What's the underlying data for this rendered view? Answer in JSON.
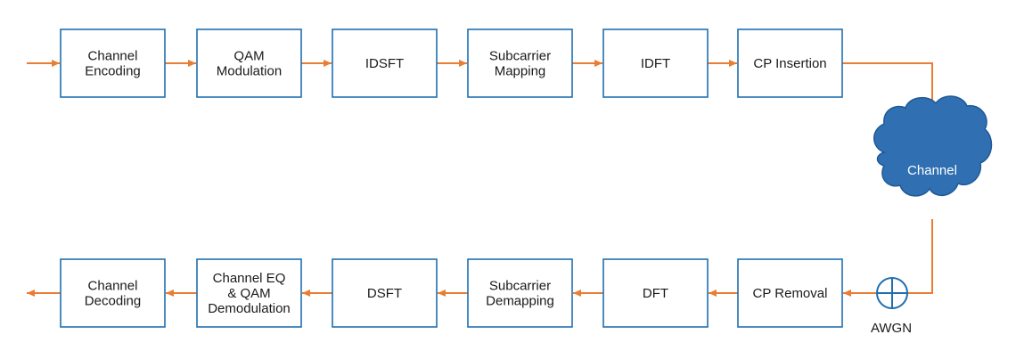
{
  "top_row": [
    {
      "id": "channel-encoding",
      "lines": [
        "Channel",
        "Encoding"
      ]
    },
    {
      "id": "qam-modulation",
      "lines": [
        "QAM",
        "Modulation"
      ]
    },
    {
      "id": "idsft",
      "lines": [
        "IDSFT"
      ]
    },
    {
      "id": "subcarrier-mapping",
      "lines": [
        "Subcarrier",
        "Mapping"
      ]
    },
    {
      "id": "idft",
      "lines": [
        "IDFT"
      ]
    },
    {
      "id": "cp-insertion",
      "lines": [
        "CP Insertion"
      ]
    }
  ],
  "bottom_row": [
    {
      "id": "channel-decoding",
      "lines": [
        "Channel",
        "Decoding"
      ]
    },
    {
      "id": "channel-eq-qam-demodulation",
      "lines": [
        "Channel EQ",
        "& QAM",
        "Demodulation"
      ]
    },
    {
      "id": "dsft",
      "lines": [
        "DSFT"
      ]
    },
    {
      "id": "subcarrier-demapping",
      "lines": [
        "Subcarrier",
        "Demapping"
      ]
    },
    {
      "id": "dft",
      "lines": [
        "DFT"
      ]
    },
    {
      "id": "cp-removal",
      "lines": [
        "CP Removal"
      ]
    }
  ],
  "channel": {
    "label": "Channel"
  },
  "noise": {
    "label": "AWGN"
  },
  "colors": {
    "block_border": "#1f6fb0",
    "arrow": "#e87d33",
    "cloud_fill": "#2f6fb2"
  }
}
